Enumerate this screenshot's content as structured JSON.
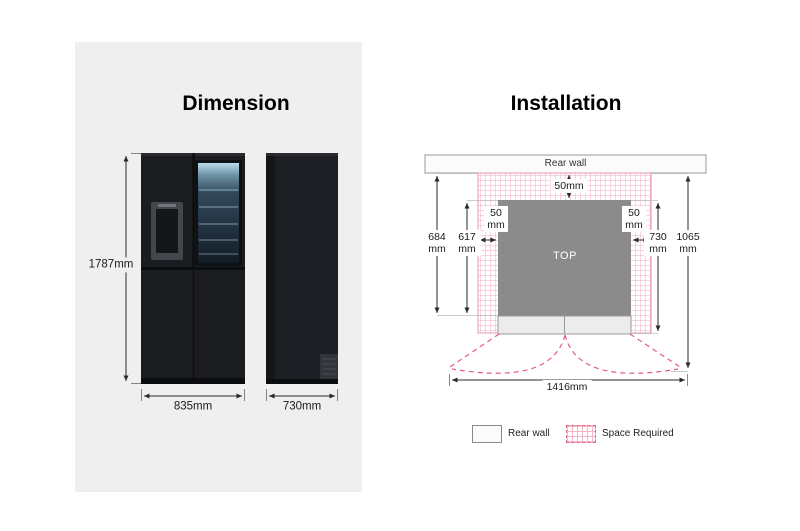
{
  "colors": {
    "panel_bg": "#efefef",
    "fridge_black": "#1b1c20",
    "top_view_gray": "#8b8b8b",
    "hatch_pink_line": "#f2aebf",
    "accent_pink": "#e55c7c"
  },
  "dimension": {
    "title": "Dimension",
    "height_label": "1787mm",
    "width_label": "835mm",
    "depth_label": "730mm"
  },
  "installation": {
    "title": "Installation",
    "rear_wall_label": "Rear wall",
    "rear_clearance_label": "50mm",
    "left_clearance_label": "50 mm",
    "right_clearance_label": "50 mm",
    "top_view_label": "TOP",
    "dim_depth_with_gap": "684 mm",
    "dim_depth_body": "617 mm",
    "dim_depth_with_door": "730 mm",
    "dim_depth_total": "1065 mm",
    "dim_width_total": "1416mm",
    "legend": {
      "rear_wall": "Rear wall",
      "space_required": "Space Required"
    }
  }
}
